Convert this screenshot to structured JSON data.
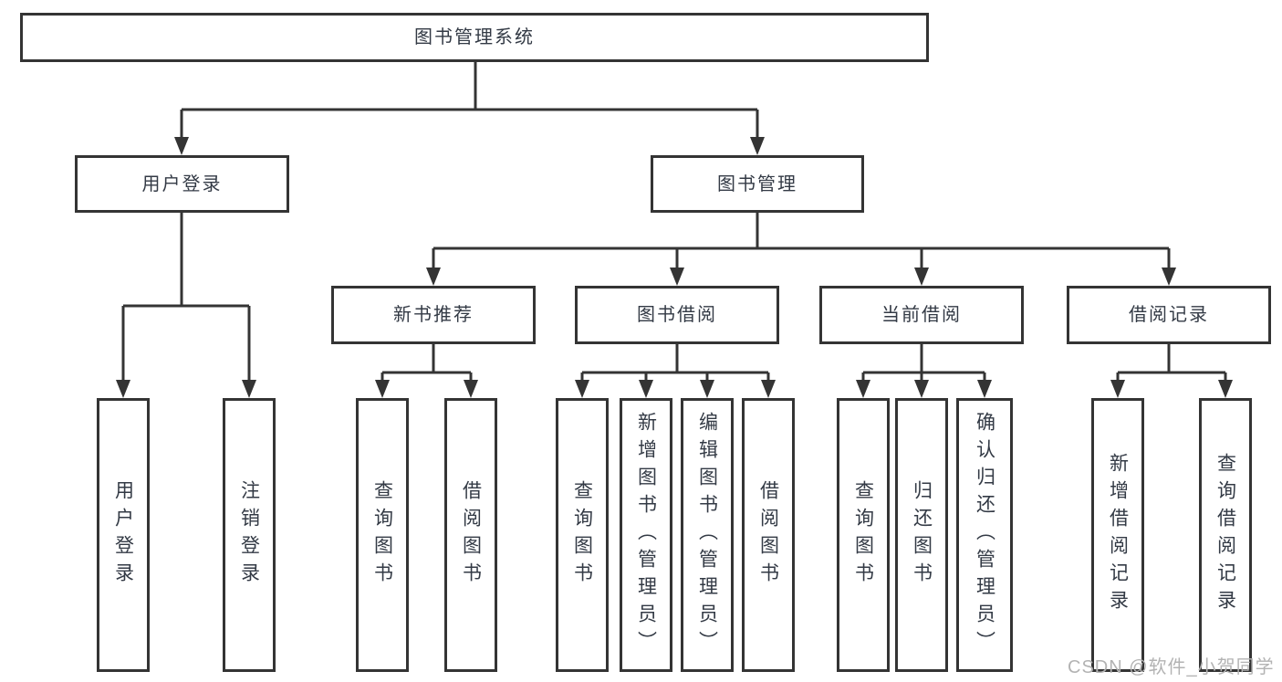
{
  "tree": {
    "label": "图书管理系统",
    "children": [
      {
        "label": "用户登录",
        "children": [
          {
            "label": "用户登录"
          },
          {
            "label": "注销登录"
          }
        ]
      },
      {
        "label": "图书管理",
        "children": [
          {
            "label": "新书推荐",
            "children": [
              {
                "label": "查询图书"
              },
              {
                "label": "借阅图书"
              }
            ]
          },
          {
            "label": "图书借阅",
            "children": [
              {
                "label": "查询图书"
              },
              {
                "label": "新增图书（管理员）"
              },
              {
                "label": "编辑图书（管理员）"
              },
              {
                "label": "借阅图书"
              }
            ]
          },
          {
            "label": "当前借阅",
            "children": [
              {
                "label": "查询图书"
              },
              {
                "label": "归还图书"
              },
              {
                "label": "确认归还（管理员）"
              }
            ]
          },
          {
            "label": "借阅记录",
            "children": [
              {
                "label": "新增借阅记录"
              },
              {
                "label": "查询借阅记录"
              }
            ]
          }
        ]
      }
    ]
  },
  "watermark": {
    "text": "CSDN @软件_小贺同学"
  },
  "colors": {
    "line": "#343434",
    "text": "#333a45",
    "watermark": "#b3b3b3",
    "background": "#ffffff"
  }
}
